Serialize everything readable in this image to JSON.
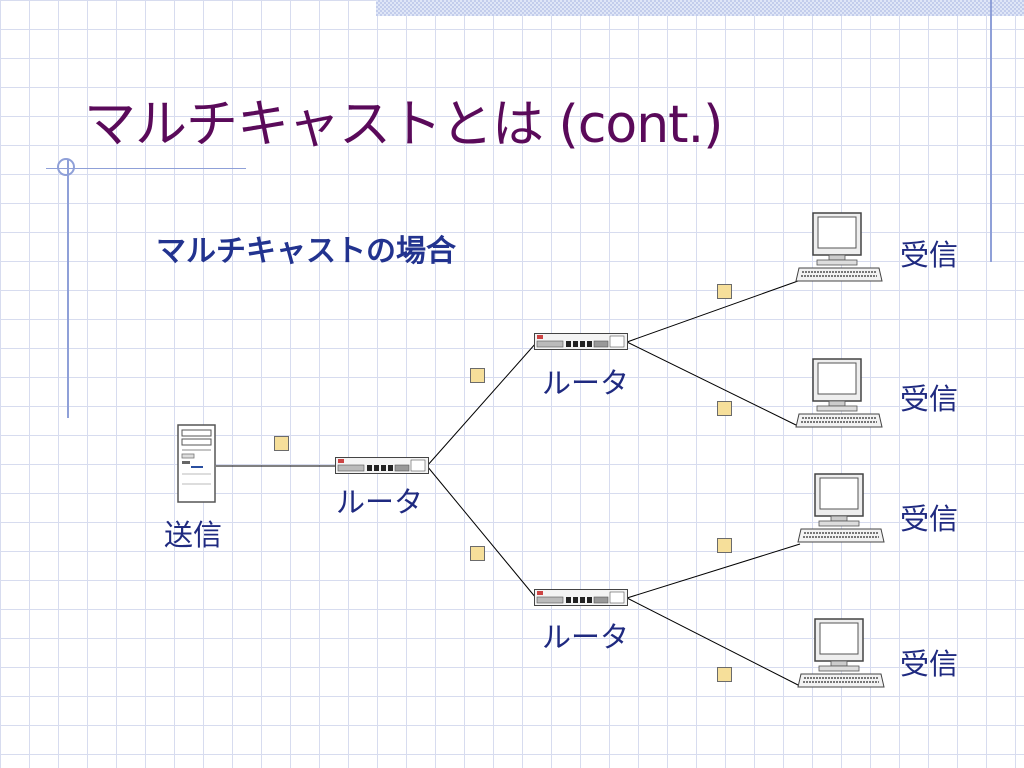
{
  "title": "マルチキャストとは (cont.)",
  "subtitle": "マルチキャストの場合",
  "sender": {
    "label": "送信"
  },
  "routers": [
    {
      "label": "ルータ"
    },
    {
      "label": "ルータ"
    },
    {
      "label": "ルータ"
    }
  ],
  "receivers": [
    {
      "label": "受信"
    },
    {
      "label": "受信"
    },
    {
      "label": "受信"
    },
    {
      "label": "受信"
    }
  ],
  "colors": {
    "title": "#5a0a5a",
    "text": "#1f2a80",
    "packet": "#f6df9a",
    "grid": "#d7dcef",
    "accent": "#8fa0d8"
  }
}
